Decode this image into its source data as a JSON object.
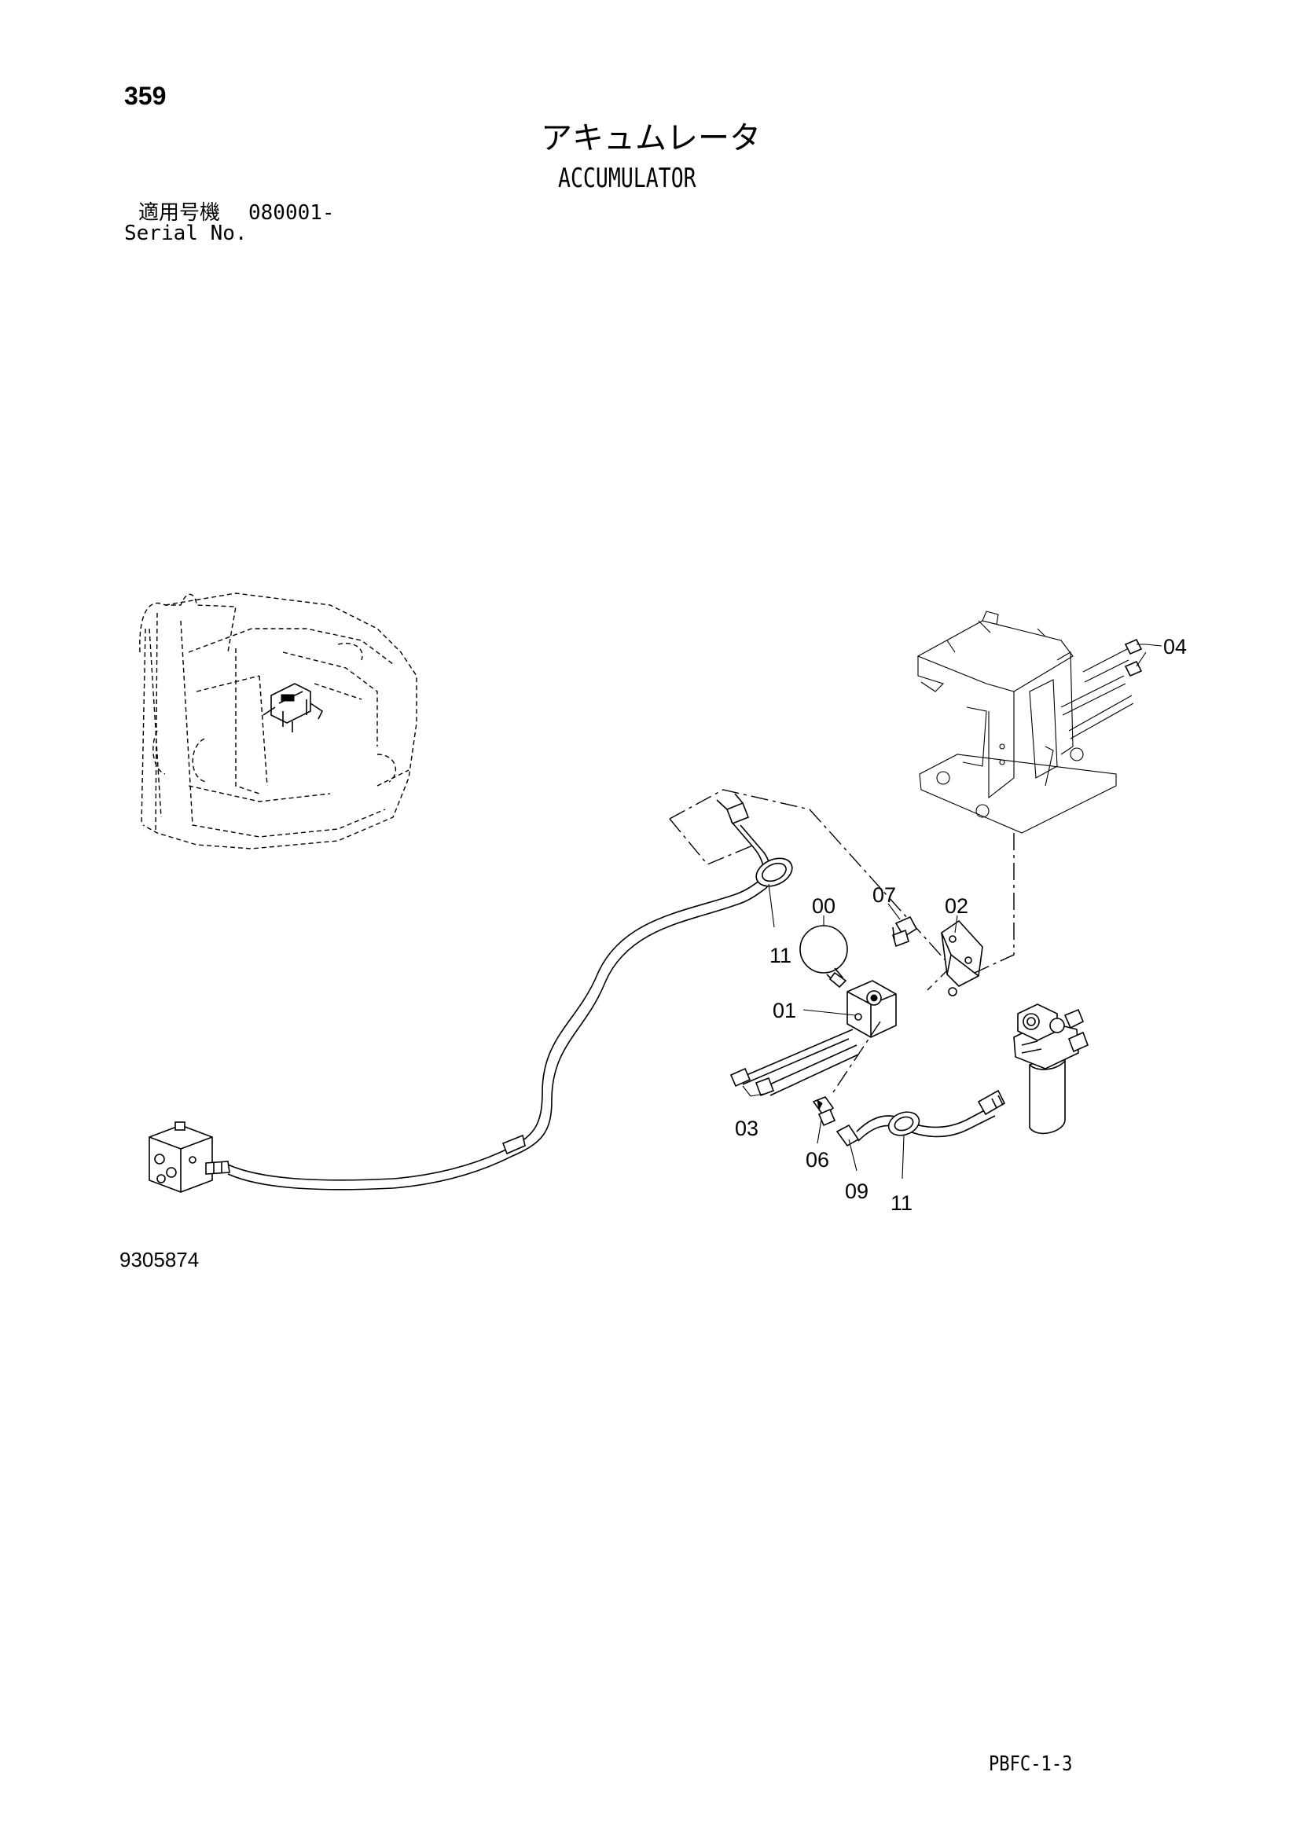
{
  "header": {
    "page_number": "359",
    "title_jp": "アキュムレータ",
    "title_en": "ACCUMULATOR",
    "serial_label_jp": "適用号機",
    "serial_value": "080001-",
    "serial_label_en": "Serial No."
  },
  "callouts": {
    "c00": "00",
    "c01": "01",
    "c02": "02",
    "c03": "03",
    "c04": "04",
    "c06": "06",
    "c07": "07",
    "c09": "09",
    "c11_upper": "11",
    "c11_lower": "11"
  },
  "footer": {
    "drawing_number": "9305874",
    "page_code": "PBFC-1-3"
  }
}
